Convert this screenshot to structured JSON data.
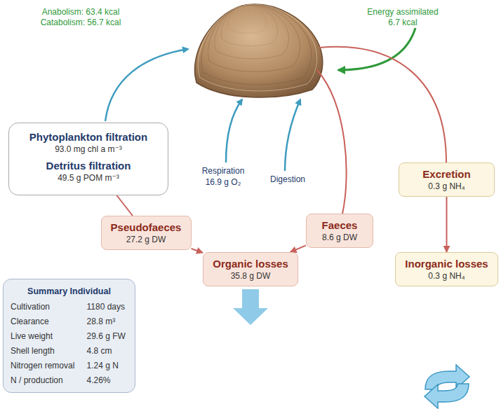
{
  "diagram": {
    "nodes": [
      {
        "text": [
          "Phytoplankton filtration",
          "93.0 mg chl a m⁻³",
          "Detritus filtration",
          "49.5 g POM m⁻³"
        ]
      },
      {
        "text": [
          "Excretion",
          "0.3 g NH₄"
        ]
      },
      {
        "text": [
          "Pseudofaeces",
          "27.2 g DW"
        ]
      },
      {
        "text": [
          "Faeces",
          "8.6 g DW"
        ]
      },
      {
        "text": [
          "Summary Individual",
          "Cultivation",
          "1180 days",
          "Clearance",
          "28.8 m³",
          "Live weight",
          "29.6 g FW",
          "Shell length",
          "4.8 cm",
          "Nitrogen removal",
          "1.24 g N",
          "N / production",
          "4.26%"
        ]
      },
      {
        "text": [
          "Organic losses",
          "35.8 g DW"
        ]
      },
      {
        "text": [
          "Inorganic losses",
          "0.3 g NH₄"
        ]
      }
    ],
    "edges": [
      {
        "from": 0,
        "to": 2,
        "arrow": "none"
      },
      {
        "from": 2,
        "to": 5,
        "arrow": "to"
      },
      {
        "from": 3,
        "to": 5,
        "arrow": "to"
      },
      {
        "from": 1,
        "to": 6,
        "arrow": "to"
      }
    ],
    "labels": [
      "Anabolism: 63.4 kcal",
      "Catabolism: 56.7 kcal",
      "Energy assimilated",
      "6.7 kcal",
      "Respiration",
      "16.9 g O₂",
      "Digestion"
    ]
  }
}
